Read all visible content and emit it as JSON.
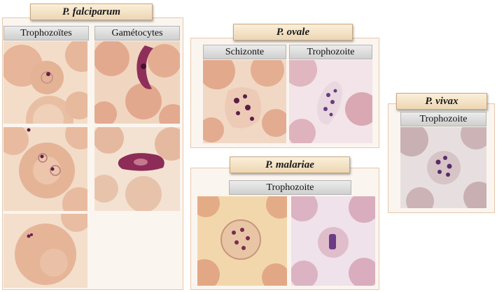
{
  "falciparum": {
    "title": "P. falciparum",
    "tabs": [
      "Trophozoïtes",
      "Gamétocytes"
    ]
  },
  "ovale": {
    "title": "P. ovale",
    "tabs": [
      "Schizonte",
      "Trophozoite"
    ]
  },
  "malariae": {
    "title": "P. malariae",
    "tabs": [
      "Trophozoite"
    ]
  },
  "vivax": {
    "title": "P. vivax",
    "tabs": [
      "Trophozoite"
    ]
  }
}
